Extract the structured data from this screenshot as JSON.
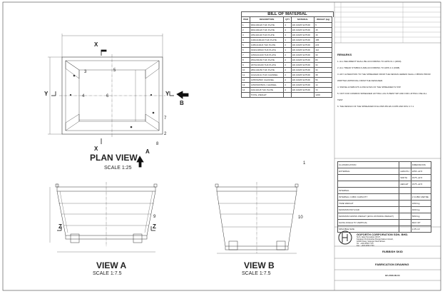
{
  "bom": {
    "title": "BILL OF MATERIAL",
    "headers": [
      "ITEM",
      "DESCRIPTION",
      "QTY",
      "MATERIAL",
      "WEIGHT (kg)"
    ],
    "rows": [
      [
        "1",
        "900x100x20 THK PLATE",
        "4",
        "EN 10025 S275JR",
        "5"
      ],
      [
        "2",
        "900x100x20 THK PLATE",
        "4",
        "EN 10025 S275JR",
        "15"
      ],
      [
        "3",
        "235x110x20 THK PLATE",
        "4",
        "EN 10025 S275JR",
        "16"
      ],
      [
        "4",
        "1100x1100x20 THK PLATE",
        "1",
        "EN 10025 S275JR",
        "185"
      ],
      [
        "5",
        "1195x1140x6 THK PLATE",
        "2",
        "EN 10025 S275JR",
        "223"
      ],
      [
        "6",
        "1932x1380x6 THK PLATE",
        "1",
        "EN 10025 S275JR",
        "112"
      ],
      [
        "7",
        "1250x10x100 THK PLATE",
        "2",
        "EN 10025 S275JR",
        "30"
      ],
      [
        "8",
        "250x230x60 THK PLATE",
        "2",
        "EN 10025 S275JR",
        "80"
      ],
      [
        "9",
        "1870x130x60 THK PLATE",
        "2",
        "EN 10025 S275JR",
        "34"
      ],
      [
        "10",
        "280x140x50 THK PLATE",
        "2",
        "EN 10025 S275JR",
        "34"
      ],
      [
        "11",
        "1212x22x11 THK CHANNEL",
        "2",
        "EN 10025 S275JR",
        "38"
      ],
      [
        "12",
        "1255X3250X CHANNEL",
        "2",
        "EN 10025 S275JR",
        "56"
      ],
      [
        "13",
        "1250X30X50XL CHANNEL",
        "2",
        "EN 10025 S275JR",
        "14"
      ],
      [
        "14",
        "440x110x8 THK PLATE",
        "2",
        "EN 10025 S275JR",
        "72"
      ]
    ],
    "total_label": "TOTAL WEIGHT",
    "total_value": "1200"
  },
  "remarks": {
    "title": "REMARKS",
    "items": [
      "1. ALL WELDMENT SHALL BE ACCORDING TO AWS D1.1 (2000).",
      "2. ALL TREAD SYMBOLS ARE ACCORDING TO AWS 2.4 (1998).",
      "3. ANY ALTERATION TO THE SPREADER FROM THE DESIGN HEREIN SHALL OBTAIN PRIOR WRITTEN APPROVAL FROM THE DESIGNER.",
      "4. SWIVEL EYEBOLTS & PAD EYES OF THE SPREADER IS 5XP.",
      "5. NOT FOR COMMON SPREADER LIFTING LUG IS BEST WP AND FOR LIFTING USE ALL TEST.",
      "6. THE DESIGN OF THE SPREADER FOLLOWS BS EN 13155 AND DNV 2.7-1."
    ]
  },
  "views": {
    "plan_title": "PLAN VIEW",
    "plan_scale": "SCALE  1:25",
    "a_title": "VIEW A",
    "a_scale": "SCALE  1:7.5",
    "b_title": "VIEW B",
    "b_scale": "SCALE  1:7.5"
  },
  "axes": {
    "x": "X",
    "y": "Y",
    "z": "Z",
    "a": "A",
    "b": "B"
  },
  "item_labels": [
    "1",
    "2",
    "3",
    "4",
    "5",
    "6",
    "7",
    "8",
    "9",
    "10"
  ],
  "spec": {
    "rows": [
      [
        "CLASSIFICATION",
        "",
        "DIMENSIONS"
      ],
      [
        "EXTERNAL",
        "LENGTH",
        "2250  +0/-5"
      ],
      [
        "",
        "WIDTH",
        "1575  +0/-5"
      ],
      [
        "",
        "HEIGHT",
        "1575  +0/-5"
      ],
      [
        "INTERNAL",
        "",
        ""
      ],
      [
        "INTERNAL CUBIC CAPACITY",
        "",
        "2 CUBIC METRE"
      ],
      [
        "TARE WEIGHT",
        "",
        "1660 kg"
      ],
      [
        "MAXIMUM PAYLOAD",
        "",
        "4000 kg"
      ],
      [
        "MAXIMUM GROSS WEIGHT (EXCL ROSSING WEIGHT)",
        "",
        "5660 kg"
      ],
      [
        "SLING ANGLE TO VERTICAL",
        "",
        "MAX 30°"
      ],
      [
        "SPACIBLE SIZE",
        "",
        "2.25 m3"
      ]
    ]
  },
  "title_block": {
    "company": "GOFORTH CORPORATION SDN. BHD.",
    "address": "No.8, Jalan Perusahan 3/KU7,\nKawasan Perindustrian Bunga Kaktus Industri,\n42200 Klang, Selangor Darul Ehsan.\nTel : +603-3290 7713\nFax : +603-3290 7703",
    "project": "RUBBISH SKID",
    "drawing_title": "FABRICATION DRAWING",
    "drawing_no": "GF-2016-00-04"
  }
}
